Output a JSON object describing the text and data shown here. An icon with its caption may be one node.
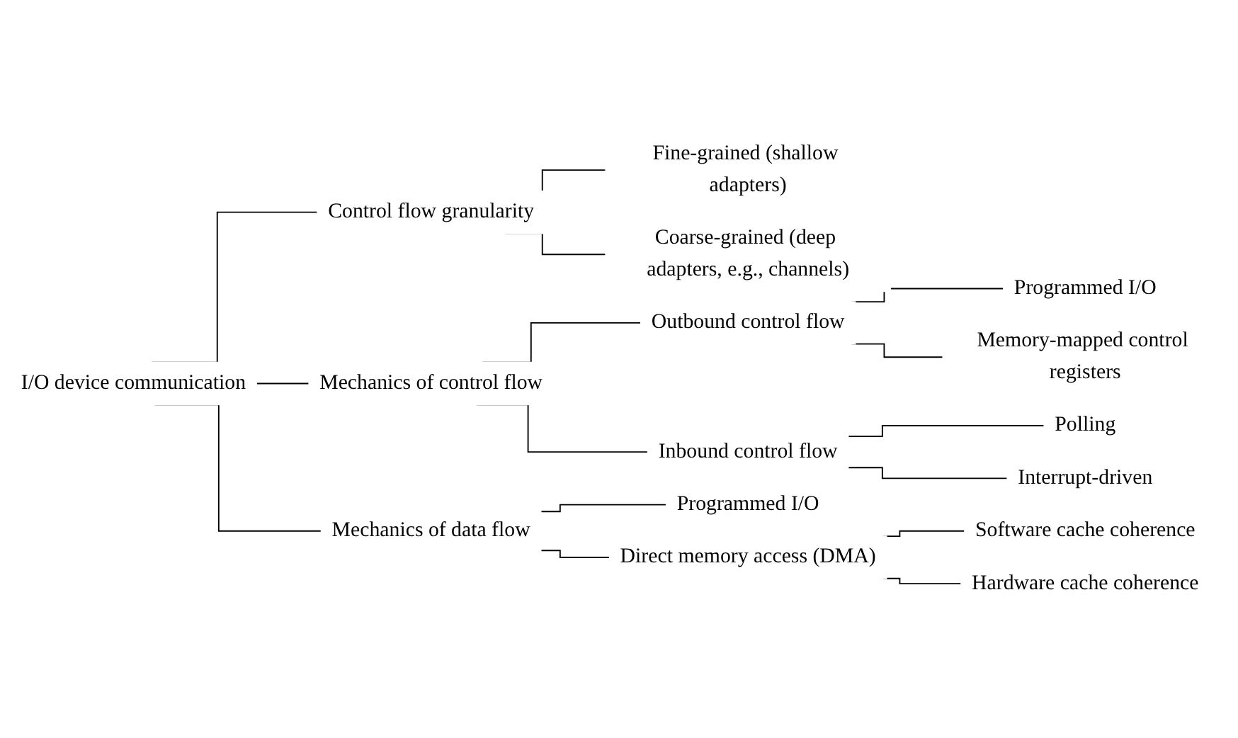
{
  "diagram": {
    "nodes": [
      {
        "text": [
          "I/O device communication"
        ]
      },
      {
        "text": [
          "Control flow granularity"
        ]
      },
      {
        "text": [
          "Fine-grained (shallow adapters)"
        ]
      },
      {
        "text": [
          "Coarse-grained (deep adapters, e.g., channels)"
        ]
      },
      {
        "text": [
          "Mechanics of control flow"
        ]
      },
      {
        "text": [
          "Outbound control flow"
        ]
      },
      {
        "text": [
          "Programmed I/O"
        ]
      },
      {
        "text": [
          "Memory-mapped control registers"
        ]
      },
      {
        "text": [
          "Inbound control flow"
        ]
      },
      {
        "text": [
          "Polling"
        ]
      },
      {
        "text": [
          "Interrupt-driven"
        ]
      },
      {
        "text": [
          "Mechanics of data flow"
        ]
      },
      {
        "text": [
          "Programmed I/O"
        ]
      },
      {
        "text": [
          "Direct memory access (DMA)"
        ]
      },
      {
        "text": [
          "Software cache coherence"
        ]
      },
      {
        "text": [
          "Hardware cache coherence"
        ]
      }
    ],
    "edges": [
      {
        "from": 0,
        "to": 1,
        "arrow": "none"
      },
      {
        "from": 1,
        "to": 2,
        "arrow": "none"
      },
      {
        "from": 1,
        "to": 3,
        "arrow": "none"
      },
      {
        "from": 0,
        "to": 4,
        "arrow": "none"
      },
      {
        "from": 4,
        "to": 5,
        "arrow": "none"
      },
      {
        "from": 5,
        "to": 6,
        "arrow": "none"
      },
      {
        "from": 5,
        "to": 7,
        "arrow": "none"
      },
      {
        "from": 4,
        "to": 8,
        "arrow": "none"
      },
      {
        "from": 8,
        "to": 9,
        "arrow": "none"
      },
      {
        "from": 8,
        "to": 10,
        "arrow": "none"
      },
      {
        "from": 0,
        "to": 11,
        "arrow": "none"
      },
      {
        "from": 11,
        "to": 12,
        "arrow": "none"
      },
      {
        "from": 11,
        "to": 13,
        "arrow": "none"
      },
      {
        "from": 13,
        "to": 14,
        "arrow": "none"
      },
      {
        "from": 13,
        "to": 15,
        "arrow": "none"
      }
    ]
  }
}
